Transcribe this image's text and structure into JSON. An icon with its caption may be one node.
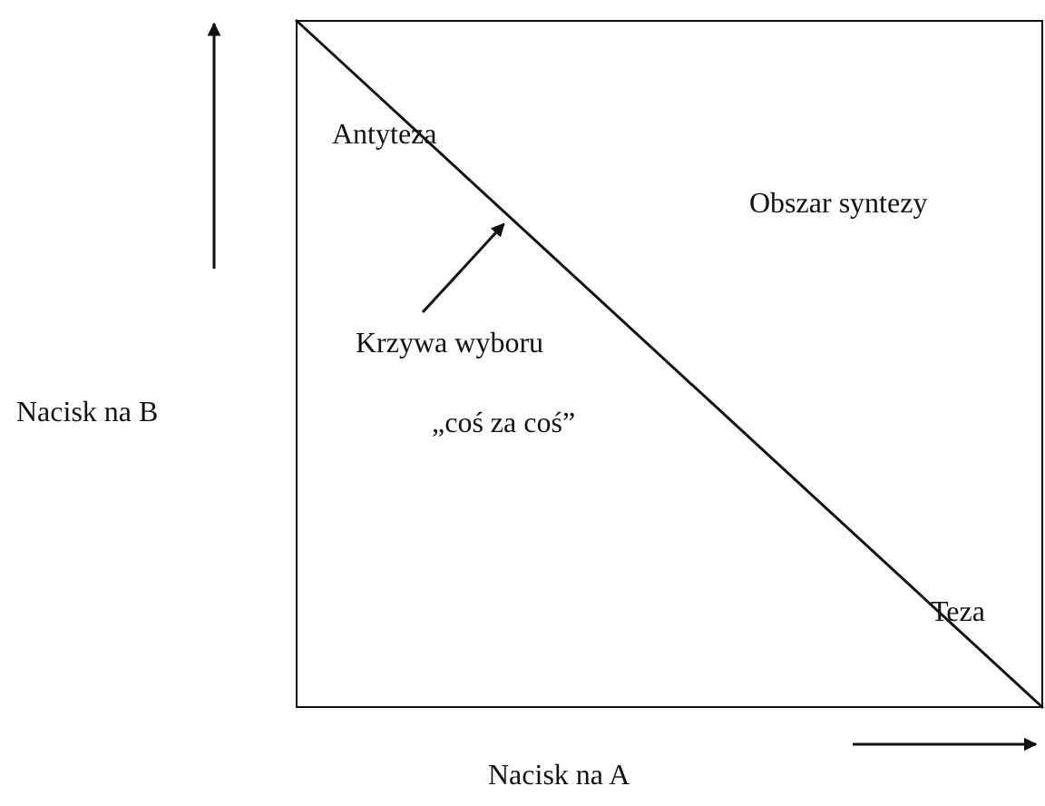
{
  "diagram": {
    "nodes": [
      {
        "text": [],
        "shape": "box"
      },
      {
        "text": [
          "Krzywa wyboru",
          "„coś za coś”"
        ],
        "in": 0
      },
      {
        "text": [],
        "shape": "line",
        "in": 0
      }
    ],
    "edges": [
      {
        "from": 1,
        "to": 2,
        "arrow": "to"
      }
    ],
    "labels": [
      "Antyteza",
      "Obszar syntezy",
      "Nacisk na B",
      "Teza",
      "Nacisk na A"
    ]
  }
}
